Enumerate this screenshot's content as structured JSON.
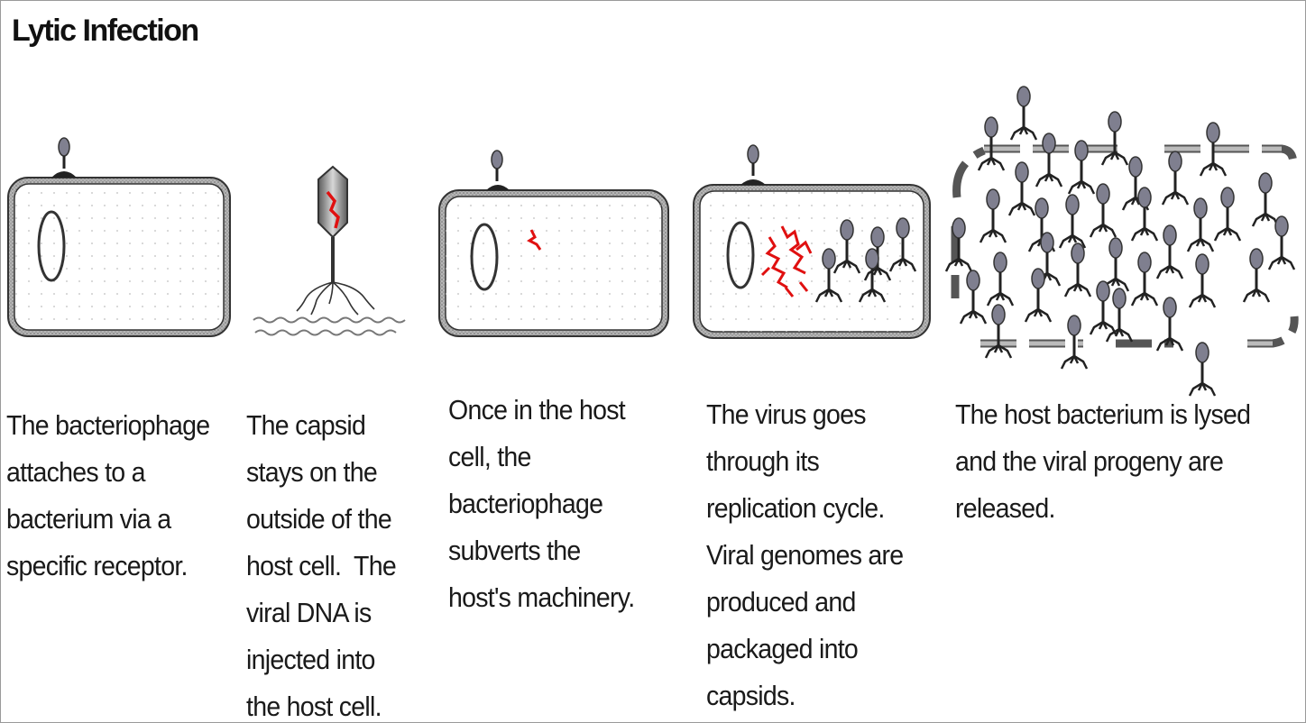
{
  "title": "Lytic Infection",
  "colors": {
    "cell_wall": "#8a8a8a",
    "phage_head": "#7f7f8f",
    "viral_dna": "#e01010",
    "outline": "#222222"
  },
  "stages": [
    {
      "caption": [
        "The bacteriophage",
        "attaches to a",
        "bacterium via a",
        "specific receptor."
      ]
    },
    {
      "caption": [
        "The capsid",
        "stays on the",
        "outside of the",
        "host cell.  The",
        "viral DNA is",
        "injected into",
        "the host cell."
      ]
    },
    {
      "caption": [
        "Once in the host",
        "cell, the",
        "bacteriophage",
        "subverts the",
        "host's machinery."
      ]
    },
    {
      "caption": [
        "The virus goes",
        "through its",
        "replication cycle.",
        "Viral genomes are",
        "produced and",
        "packaged into",
        "capsids."
      ]
    },
    {
      "caption": [
        "The host bacterium is lysed",
        "and the viral progeny are",
        "released."
      ]
    }
  ]
}
